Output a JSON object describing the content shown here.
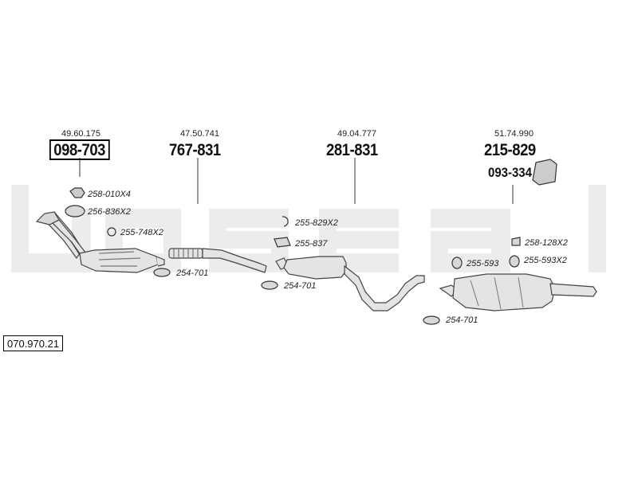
{
  "diagram_code": "070.970.21",
  "assemblies": [
    {
      "ref": "49.60.175",
      "part": "098-703"
    },
    {
      "ref": "47.50.741",
      "part": "767-831"
    },
    {
      "ref": "49.04.777",
      "part": "281-831"
    },
    {
      "ref": "51.74.990",
      "part": "215-829"
    }
  ],
  "extra_part": "093-334",
  "accessories": [
    "258-010X4",
    "256-836X2",
    "255-748X2",
    "254-701",
    "255-829X2",
    "255-837",
    "254-701",
    "258-128X2",
    "255-593",
    "255-593X2",
    "254-701"
  ],
  "colors": {
    "watermark": "#ececec",
    "pipe_fill": "#e4e4e4",
    "outline": "#444444",
    "leader": "#555555"
  }
}
